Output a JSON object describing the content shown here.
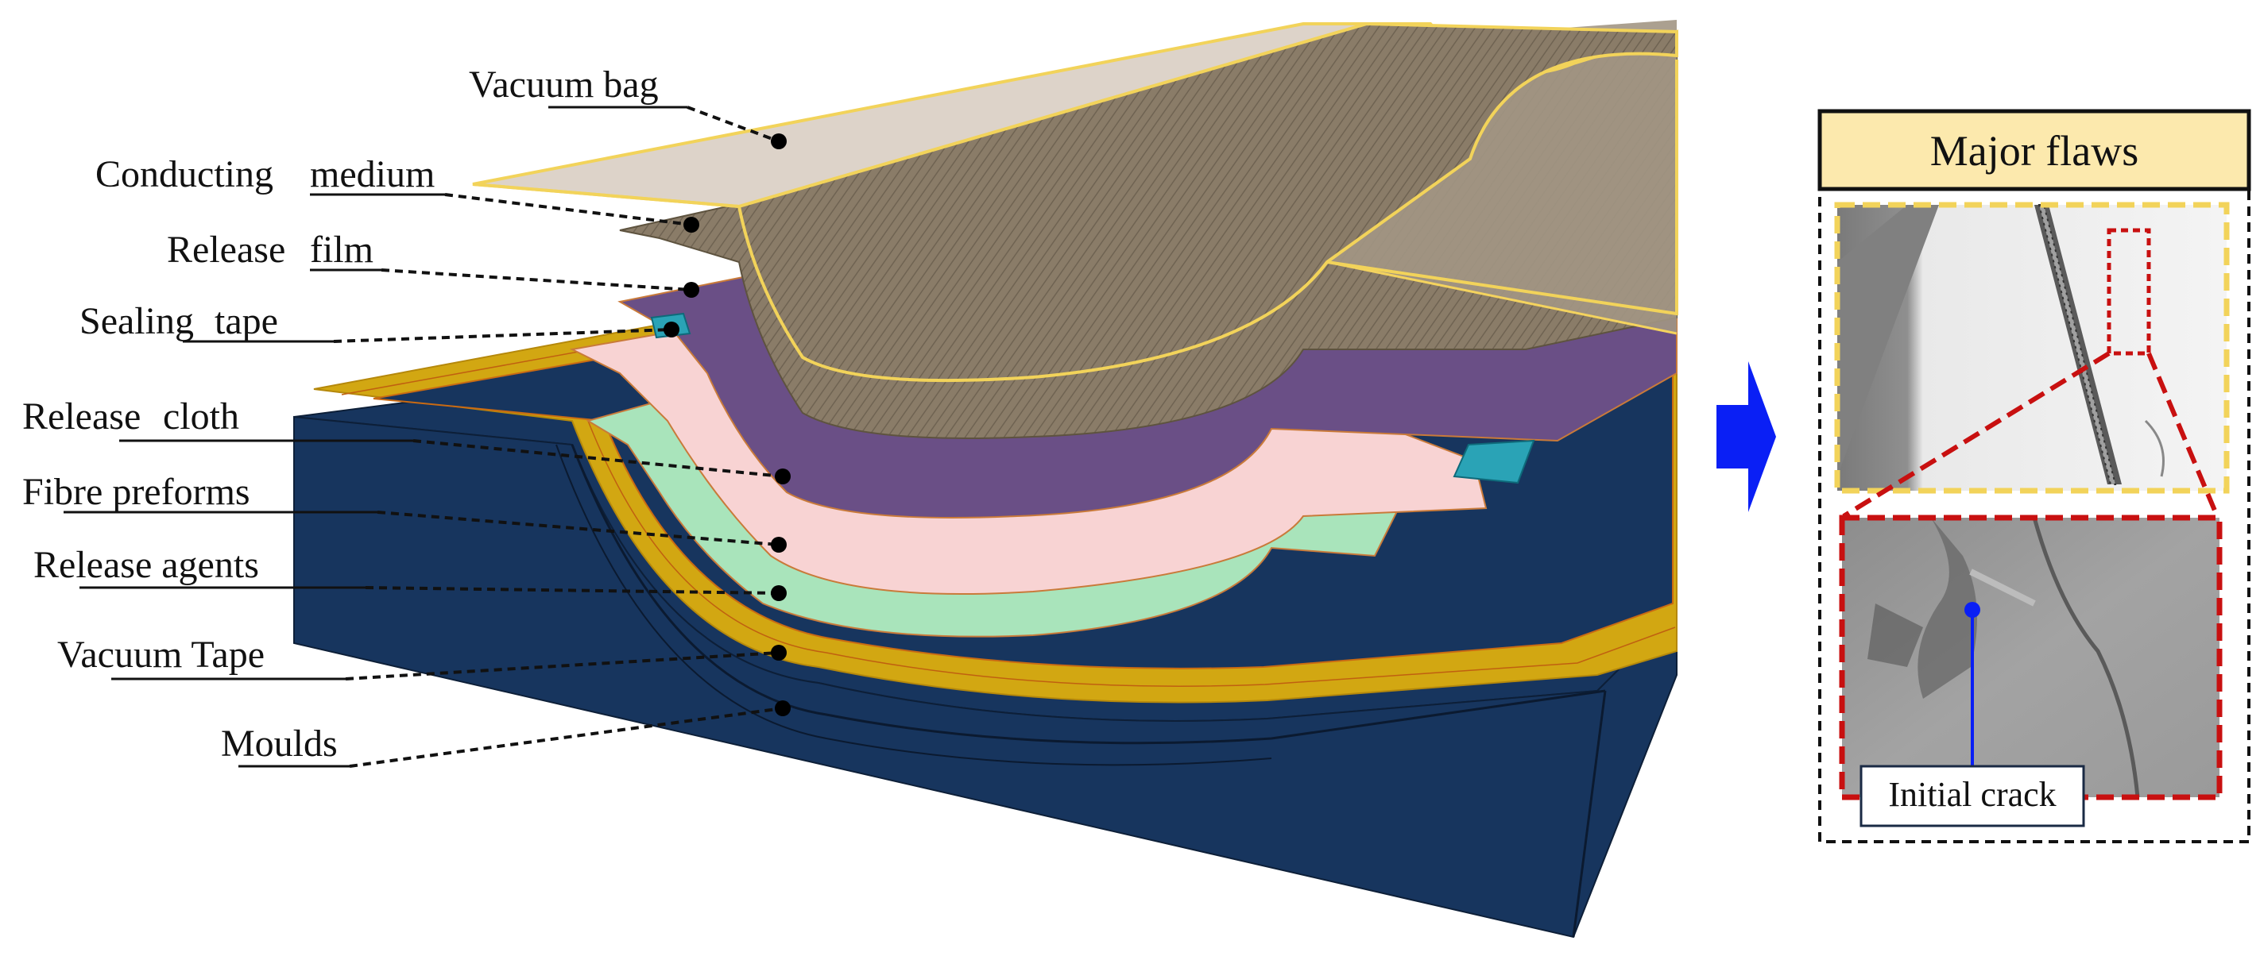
{
  "layer_labels": {
    "vacuum_bag": "Vacuum bag",
    "conducting_medium_1": "Conducting",
    "conducting_medium_2": "medium",
    "release_film_1": "Release",
    "release_film_2": "film",
    "sealing_tape_1": "Sealing",
    "sealing_tape_2": "tape",
    "release_cloth_1": "Release",
    "release_cloth_2": "cloth",
    "fibre_preforms": "Fibre preforms",
    "release_agents": "Release agents",
    "vacuum_tape": "Vacuum Tape",
    "moulds": "Moulds"
  },
  "flaws_panel": {
    "title": "Major flaws",
    "crack_label": "Initial crack"
  },
  "colors": {
    "mould": "#17355e",
    "vacuum_tape": "#d2a712",
    "fibre": "#a9e4bb",
    "release_cloth": "#f8d3d3",
    "release_film": "#6a4f86",
    "conducting_medium": "#8a7c68",
    "vacuum_bag": "#ddd3c9",
    "panel_header": "#fce9ad",
    "arrow": "#0a1ff5",
    "highlight_red": "#c81010",
    "highlight_yellow": "#f2d35a"
  }
}
